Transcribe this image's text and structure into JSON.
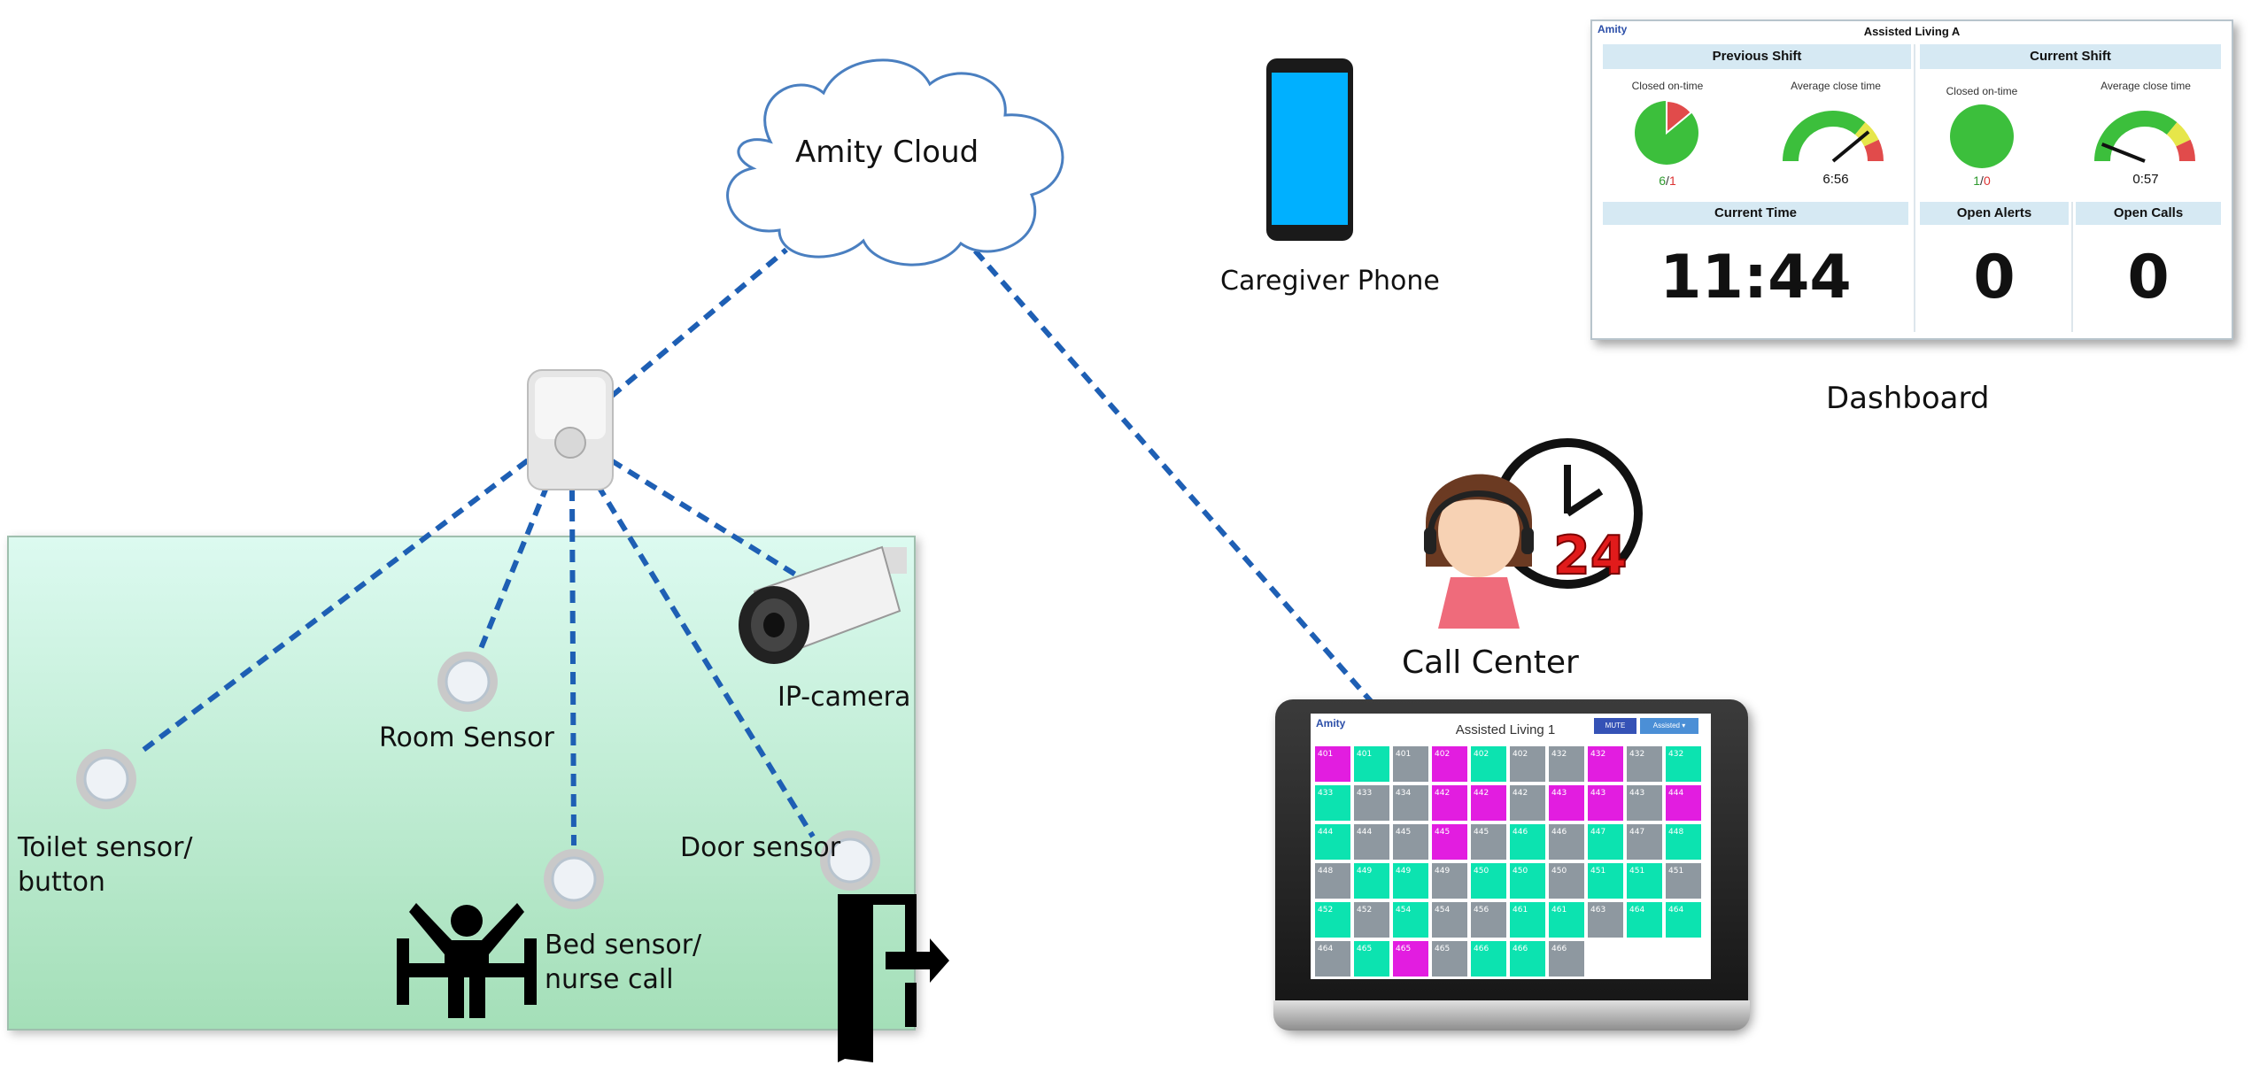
{
  "labels": {
    "cloud": "Amity Cloud",
    "phone": "Caregiver Phone",
    "dashboard": "Dashboard",
    "call_center": "Call Center",
    "ip_camera": "IP-camera",
    "room_sensor": "Room Sensor",
    "toilet_line1": "Toilet sensor/",
    "toilet_line2": "button",
    "door_sensor": "Door sensor",
    "bed_line1": "Bed sensor/",
    "bed_line2": "nurse call",
    "clock_number": "24"
  },
  "dashboard": {
    "brand": "Amity",
    "title": "Assisted Living A",
    "previous_shift": {
      "header": "Previous Shift",
      "closed_label": "Closed on-time",
      "closed_ok": "6",
      "closed_late": "1",
      "closed_fraction": 0.86,
      "avg_label": "Average close time",
      "avg_value": "6:56",
      "gauge_level": 0.78
    },
    "current_shift": {
      "header": "Current Shift",
      "closed_label": "Closed on-time",
      "closed_ok": "1",
      "closed_late": "0",
      "closed_fraction": 1.0,
      "avg_label": "Average close time",
      "avg_value": "0:57",
      "gauge_level": 0.12
    },
    "current_time_label": "Current Time",
    "current_time": "11:44",
    "open_alerts_label": "Open Alerts",
    "open_alerts": "0",
    "open_calls_label": "Open Calls",
    "open_calls": "0",
    "colors": {
      "green": "#3cbf3c",
      "red": "#e14b4b",
      "yellow": "#e6e64a"
    }
  },
  "tablet": {
    "brand": "Amity",
    "title": "Assisted Living 1",
    "btn1": "MUTE",
    "btn2": "Assisted ▾",
    "rooms": [
      {
        "n": "401",
        "c": "m"
      },
      {
        "n": "401",
        "c": "t"
      },
      {
        "n": "401",
        "c": "g"
      },
      {
        "n": "402",
        "c": "m"
      },
      {
        "n": "402",
        "c": "t"
      },
      {
        "n": "402",
        "c": "g"
      },
      {
        "n": "432",
        "c": "g"
      },
      {
        "n": "432",
        "c": "m"
      },
      {
        "n": "432",
        "c": "g"
      },
      {
        "n": "432",
        "c": "t"
      },
      {
        "n": "433",
        "c": "t"
      },
      {
        "n": "433",
        "c": "g"
      },
      {
        "n": "434",
        "c": "g"
      },
      {
        "n": "442",
        "c": "m"
      },
      {
        "n": "442",
        "c": "m"
      },
      {
        "n": "442",
        "c": "g"
      },
      {
        "n": "443",
        "c": "m"
      },
      {
        "n": "443",
        "c": "m"
      },
      {
        "n": "443",
        "c": "g"
      },
      {
        "n": "444",
        "c": "m"
      },
      {
        "n": "444",
        "c": "t"
      },
      {
        "n": "444",
        "c": "g"
      },
      {
        "n": "445",
        "c": "g"
      },
      {
        "n": "445",
        "c": "m"
      },
      {
        "n": "445",
        "c": "g"
      },
      {
        "n": "446",
        "c": "t"
      },
      {
        "n": "446",
        "c": "g"
      },
      {
        "n": "447",
        "c": "t"
      },
      {
        "n": "447",
        "c": "g"
      },
      {
        "n": "448",
        "c": "t"
      },
      {
        "n": "448",
        "c": "g"
      },
      {
        "n": "449",
        "c": "t"
      },
      {
        "n": "449",
        "c": "t"
      },
      {
        "n": "449",
        "c": "g"
      },
      {
        "n": "450",
        "c": "t"
      },
      {
        "n": "450",
        "c": "t"
      },
      {
        "n": "450",
        "c": "g"
      },
      {
        "n": "451",
        "c": "t"
      },
      {
        "n": "451",
        "c": "t"
      },
      {
        "n": "451",
        "c": "g"
      },
      {
        "n": "452",
        "c": "t"
      },
      {
        "n": "452",
        "c": "g"
      },
      {
        "n": "454",
        "c": "t"
      },
      {
        "n": "454",
        "c": "g"
      },
      {
        "n": "456",
        "c": "g"
      },
      {
        "n": "461",
        "c": "t"
      },
      {
        "n": "461",
        "c": "t"
      },
      {
        "n": "463",
        "c": "g"
      },
      {
        "n": "464",
        "c": "t"
      },
      {
        "n": "464",
        "c": "t"
      },
      {
        "n": "464",
        "c": "g"
      },
      {
        "n": "465",
        "c": "t"
      },
      {
        "n": "465",
        "c": "m"
      },
      {
        "n": "465",
        "c": "g"
      },
      {
        "n": "466",
        "c": "t"
      },
      {
        "n": "466",
        "c": "t"
      },
      {
        "n": "466",
        "c": "g"
      }
    ]
  }
}
